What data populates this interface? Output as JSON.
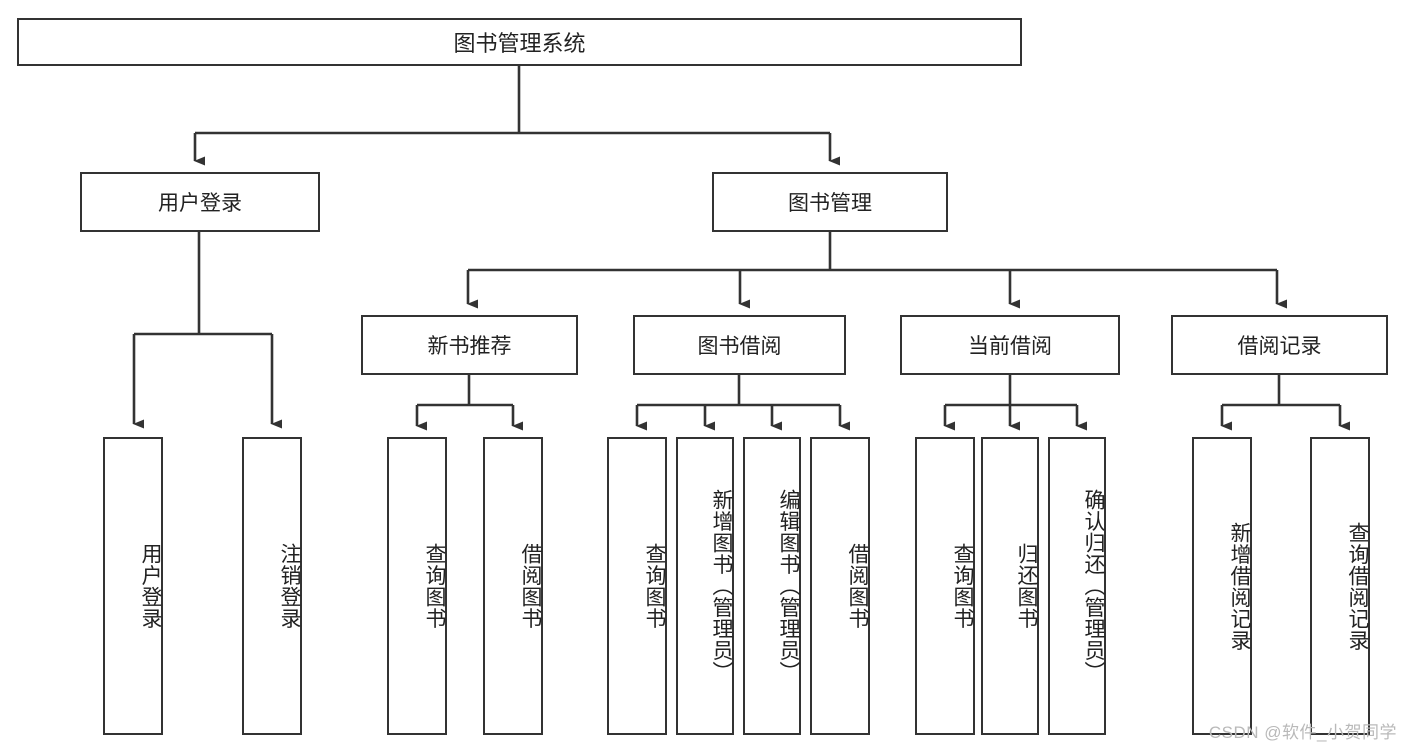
{
  "diagram": {
    "title": "图书管理系统",
    "watermark": "CSDN @软件_小贺同学",
    "line_color": "#333333",
    "box_fill": "#ffffff",
    "text_color": "#222222",
    "watermark_color": "#b9b9b9"
  },
  "nodes": {
    "root": {
      "label": "图书管理系统"
    },
    "level1": [
      {
        "label": "用户登录"
      },
      {
        "label": "图书管理"
      }
    ],
    "level2": [
      {
        "label": "新书推荐"
      },
      {
        "label": "图书借阅"
      },
      {
        "label": "当前借阅"
      },
      {
        "label": "借阅记录"
      }
    ],
    "leaves": {
      "user_login": [
        {
          "label": "用户登录"
        },
        {
          "label": "注销登录"
        }
      ],
      "new_book_recommend": [
        {
          "label": "查询图书"
        },
        {
          "label": "借阅图书"
        }
      ],
      "book_borrow": [
        {
          "label": "查询图书"
        },
        {
          "label": "新增图书（管理员）"
        },
        {
          "label": "编辑图书（管理员）"
        },
        {
          "label": "借阅图书"
        }
      ],
      "current_borrow": [
        {
          "label": "查询图书"
        },
        {
          "label": "归还图书"
        },
        {
          "label": "确认归还（管理员）"
        }
      ],
      "borrow_record": [
        {
          "label": "新增借阅记录"
        },
        {
          "label": "查询借阅记录"
        }
      ]
    }
  },
  "chart_data": {
    "type": "diagram",
    "subtype": "tree-hierarchy",
    "title": "图书管理系统",
    "orientation": "top-down",
    "edge_style": "orthogonal-arrow",
    "levels": 4,
    "tree": {
      "name": "图书管理系统",
      "children": [
        {
          "name": "用户登录",
          "children": [
            {
              "name": "用户登录"
            },
            {
              "name": "注销登录"
            }
          ]
        },
        {
          "name": "图书管理",
          "children": [
            {
              "name": "新书推荐",
              "children": [
                {
                  "name": "查询图书"
                },
                {
                  "name": "借阅图书"
                }
              ]
            },
            {
              "name": "图书借阅",
              "children": [
                {
                  "name": "查询图书"
                },
                {
                  "name": "新增图书（管理员）"
                },
                {
                  "name": "编辑图书（管理员）"
                },
                {
                  "name": "借阅图书"
                }
              ]
            },
            {
              "name": "当前借阅",
              "children": [
                {
                  "name": "查询图书"
                },
                {
                  "name": "归还图书"
                },
                {
                  "name": "确认归还（管理员）"
                }
              ]
            },
            {
              "name": "借阅记录",
              "children": [
                {
                  "name": "新增借阅记录"
                },
                {
                  "name": "查询借阅记录"
                }
              ]
            }
          ]
        }
      ]
    }
  }
}
